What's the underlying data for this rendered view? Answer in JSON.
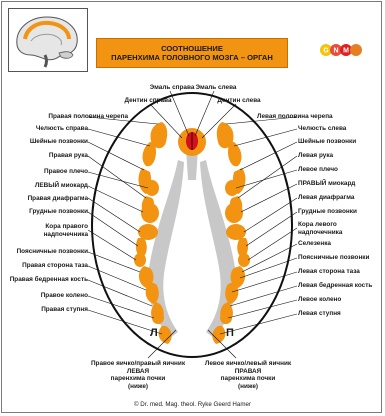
{
  "title": {
    "line1": "СООТНОШЕНИЕ",
    "line2": "ПАРЕНХИМА ГОЛОВНОГО МОЗГА – ОРГАН"
  },
  "logo": {
    "letters": [
      "G",
      "N",
      "M"
    ]
  },
  "colors": {
    "organ": "#f29412",
    "ventricle": "#c8c8c8",
    "enamel": "#d4111a"
  },
  "top": {
    "enamel_right": "Эмаль справа",
    "enamel_left": "Эмаль слева",
    "dentin_right": "Дентин справа",
    "dentin_left": "Дентин слева"
  },
  "left_labels": [
    "Правая половина черепа",
    "Челюсть справа",
    "Шейные позвонки",
    "Правая рука",
    "Правое плечо",
    "ЛЕВЫЙ миокард",
    "Правая диафрагма",
    "Грудные позвонки",
    "Кора правого",
    "надпочечника",
    "Поясничные позвонки",
    "Правая сторона таза",
    "Правая бедренная кость",
    "Правое колено",
    "Правая ступня"
  ],
  "right_labels": [
    "Левая половина черепа",
    "Челюсть слева",
    "Шейные позвонки",
    "Левая рука",
    "Левое плечо",
    "ПРАВЫЙ миокард",
    "Левая диафрагма",
    "Грудные позвонки",
    "Кора левого",
    "надпочечника",
    "Селезенка",
    "Поясничные позвонки",
    "Левая сторона таза",
    "Левая бедренная кость",
    "Левое колено",
    "Левая ступня"
  ],
  "side_letters": {
    "left": "Л",
    "right": "П"
  },
  "bottom_left": [
    "Правое яичко/правый яичник",
    "ЛЕВАЯ",
    "паренхима почки",
    "(ниже)"
  ],
  "bottom_right": [
    "Левое яичко/левый яичник",
    "ПРАВАЯ",
    "паренхима почки",
    "(ниже)"
  ],
  "copyright": "© Dr. med. Mag. theol. Ryke Geerd Hamer"
}
